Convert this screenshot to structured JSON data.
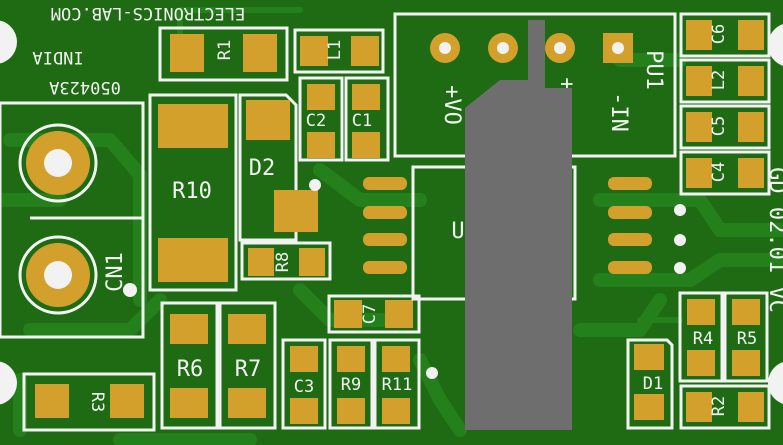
{
  "board": {
    "silk_text": {
      "website": "ELECTRONICS-LAB.COM",
      "country": "INDIA",
      "code": "050423A",
      "revision": "GD 02.01 VC"
    },
    "components": {
      "r1": "R1",
      "l1": "L1",
      "c1": "C1",
      "c2": "C2",
      "r10": "R10",
      "d2": "D2",
      "r8": "R8",
      "cn1": "CN1",
      "r6": "R6",
      "r7": "R7",
      "r3": "R3",
      "c3": "C3",
      "r9": "R9",
      "r11": "R11",
      "c7": "C7",
      "u1": "U",
      "pu1": "PU1",
      "c6": "C6",
      "l2": "L2",
      "c5": "C5",
      "c4": "C4",
      "r4": "R4",
      "r5": "R5",
      "d1": "D1",
      "r2": "R2"
    },
    "connector_pins": {
      "vo_plus": "+VO",
      "vo_minus": "-",
      "vin_plus": "+",
      "vin_label": "-IN"
    },
    "colors": {
      "board": "#1e6b14",
      "copper_trace": "#23801a",
      "pad": "#d4a02c",
      "silkscreen": "#f2f2f2",
      "chip_body": "#6e6e6e"
    }
  }
}
